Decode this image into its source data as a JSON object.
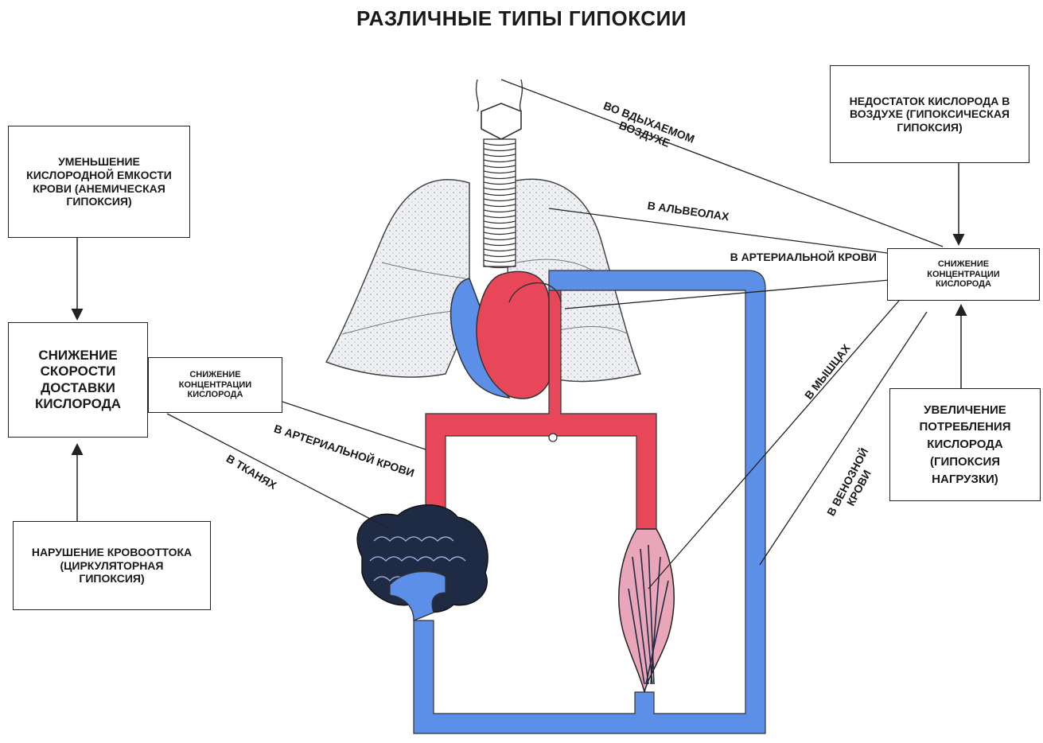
{
  "title": "РАЗЛИЧНЫЕ ТИПЫ ГИПОКСИИ",
  "boxes": {
    "hypoxic": "НЕДОСТАТОК КИСЛОРОДА В ВОЗДУХЕ (ГИПОКСИЧЕСКАЯ ГИПОКСИЯ)",
    "anemic": "УМЕНЬШЕНИЕ КИСЛОРОДНОЙ ЕМКОСТИ КРОВИ (АНЕМИЧЕСКАЯ ГИПОКСИЯ)",
    "delivery": "СНИЖЕНИЕ СКОРОСТИ ДОСТАВКИ КИСЛОРОДА",
    "conc_left": "СНИЖЕНИЕ КОНЦЕНТРАЦИИ КИСЛОРОДА",
    "conc_right": "СНИЖЕНИЕ КОНЦЕНТРАЦИИ КИСЛОРОДА",
    "circulatory": "НАРУШЕНИЕ КРОВООТТОКА (ЦИРКУЛЯТОРНАЯ ГИПОКСИЯ)",
    "load": "УВЕЛИЧЕНИЕ ПОТРЕБЛЕНИЯ КИСЛОРОДА (ГИПОКСИЯ НАГРУЗКИ)"
  },
  "labels": {
    "inhaled_air": "ВО ВДЫХАЕМОМ ВОЗДУХЕ",
    "alveoli": "В АЛЬВЕОЛАХ",
    "arterial_right": "В АРТЕРИАЛЬНОЙ КРОВИ",
    "arterial_left": "В АРТЕРИАЛЬНОЙ КРОВИ",
    "tissues": "В ТКАНЯХ",
    "muscles": "В МЫШЦАХ",
    "venous": "В ВЕНОЗНОЙ КРОВИ"
  },
  "colors": {
    "arterial": "#e8475a",
    "venous": "#5b8fe8",
    "lung_fill": "#eef0f4",
    "line": "#222222"
  }
}
